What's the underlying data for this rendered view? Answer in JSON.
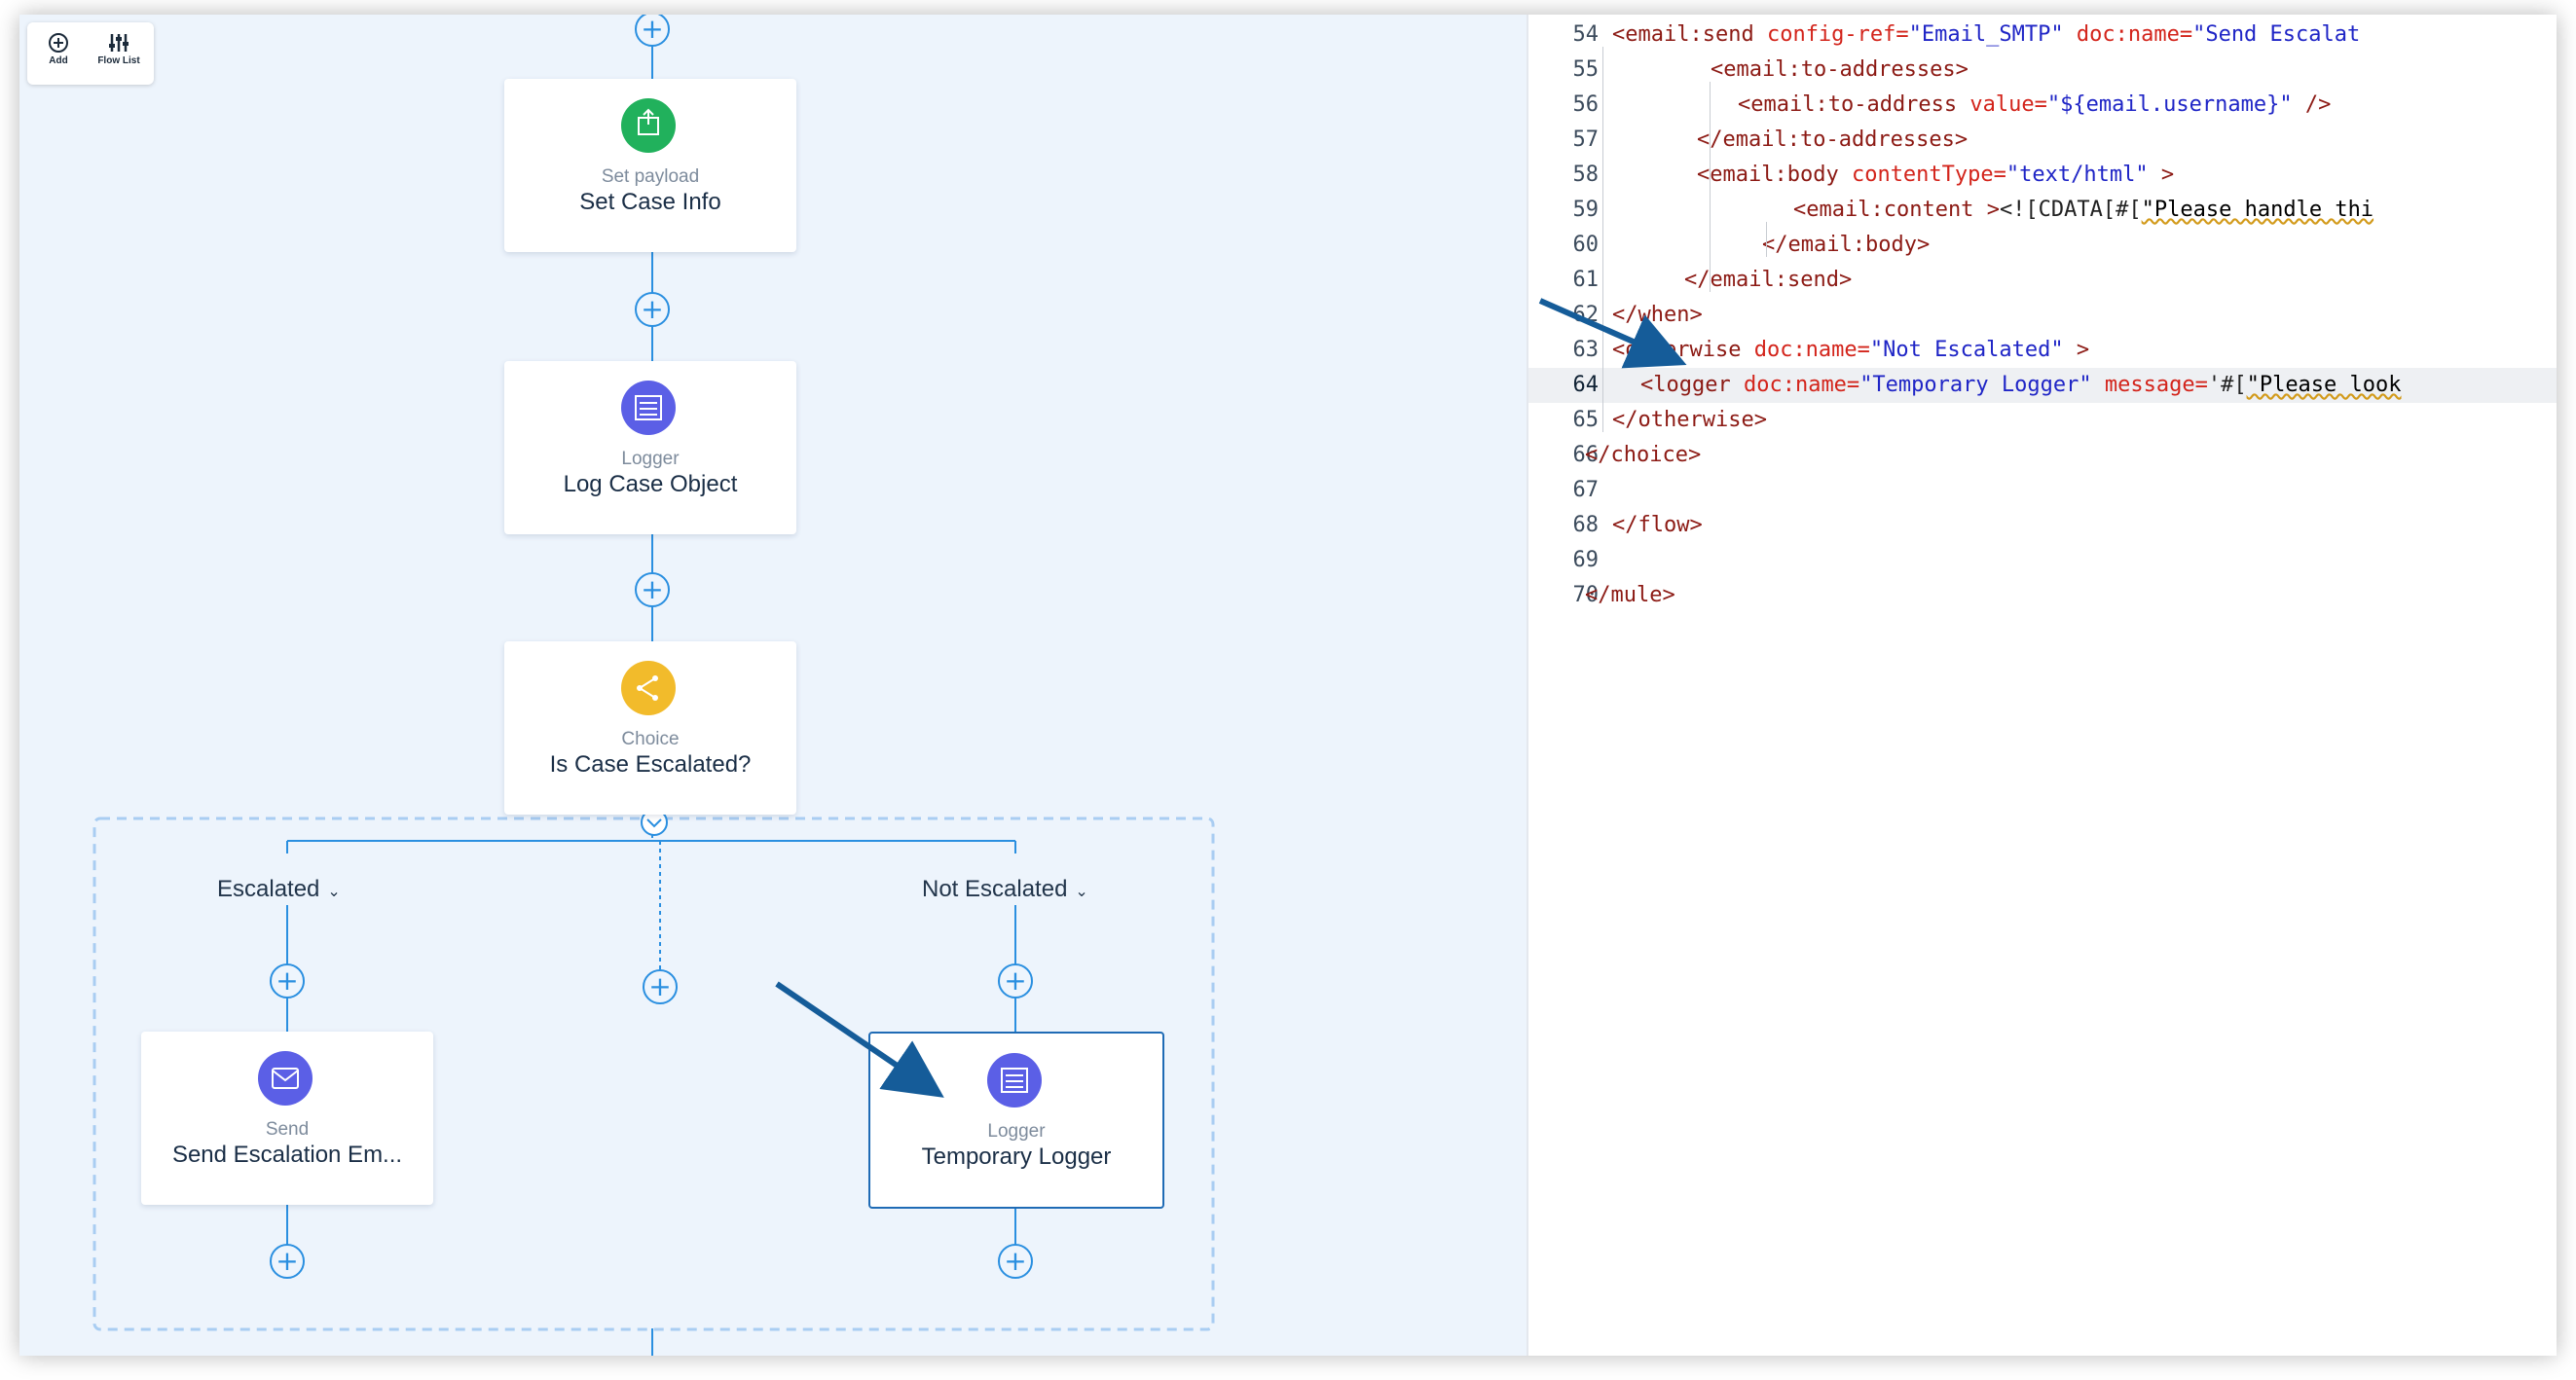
{
  "toolbar": {
    "add_label": "Add",
    "flow_list_label": "Flow List"
  },
  "nodes": {
    "set_payload": {
      "type": "Set payload",
      "name": "Set Case Info"
    },
    "log_case": {
      "type": "Logger",
      "name": "Log Case Object"
    },
    "choice": {
      "type": "Choice",
      "name": "Is Case Escalated?"
    },
    "send_email": {
      "type": "Send",
      "name": "Send Escalation Em..."
    },
    "temp_logger": {
      "type": "Logger",
      "name": "Temporary Logger"
    }
  },
  "branches": {
    "escalated": "Escalated",
    "not_escalated": "Not Escalated"
  },
  "colors": {
    "set_payload_badge": "#21b15c",
    "logger_badge": "#5b5fe6",
    "choice_badge": "#f2bb2b",
    "send_badge": "#5b5fe6",
    "accent": "#2a8fe0",
    "arrow": "#155c99"
  },
  "icons": {
    "add": "plus-circle-icon",
    "flow_list": "sliders-icon",
    "set_payload": "payload-icon",
    "logger": "logger-icon",
    "choice": "branch-icon",
    "send": "mail-icon",
    "expand": "chevron-down-icon"
  },
  "code": {
    "active_line": 64,
    "lines": [
      {
        "n": "54",
        "segs": [
          [
            "tag",
            "<email:send "
          ],
          [
            "attr",
            "config-ref="
          ],
          [
            "val",
            "\"Email_SMTP\""
          ],
          [
            "plain",
            " "
          ],
          [
            "attr",
            "doc:name="
          ],
          [
            "val",
            "\"Send Escalat"
          ]
        ]
      },
      {
        "n": "55",
        "segs": [
          [
            "tag",
            "<email:to-addresses>"
          ]
        ]
      },
      {
        "n": "56",
        "segs": [
          [
            "tag",
            "<email:to-address "
          ],
          [
            "attr",
            "value="
          ],
          [
            "val",
            "\"${email.username}\""
          ],
          [
            "plain",
            " "
          ],
          [
            "tag",
            "/>"
          ]
        ]
      },
      {
        "n": "57",
        "segs": [
          [
            "tag",
            "</email:to-addresses>"
          ]
        ]
      },
      {
        "n": "58",
        "segs": [
          [
            "tag",
            "<email:body "
          ],
          [
            "attr",
            "contentType="
          ],
          [
            "val",
            "\"text/html\""
          ],
          [
            "plain",
            " "
          ],
          [
            "tag",
            ">"
          ]
        ]
      },
      {
        "n": "59",
        "segs": [
          [
            "tag",
            "<email:content "
          ],
          [
            "tag",
            ">"
          ],
          [
            "plain",
            "<![CDATA[#["
          ],
          [
            "squig",
            "\"Please handle thi"
          ]
        ]
      },
      {
        "n": "60",
        "segs": [
          [
            "tag",
            "</email:body>"
          ]
        ]
      },
      {
        "n": "61",
        "segs": [
          [
            "tag",
            "</email:send>"
          ]
        ]
      },
      {
        "n": "62",
        "segs": [
          [
            "tag",
            "</when>"
          ]
        ]
      },
      {
        "n": "63",
        "segs": [
          [
            "tag",
            "<otherwise "
          ],
          [
            "attr",
            "doc:name="
          ],
          [
            "val",
            "\"Not Escalated\""
          ],
          [
            "plain",
            " "
          ],
          [
            "tag",
            ">"
          ]
        ]
      },
      {
        "n": "64",
        "segs": [
          [
            "tag",
            "<logger "
          ],
          [
            "attr",
            "doc:name="
          ],
          [
            "val",
            "\"Temporary Logger\""
          ],
          [
            "plain",
            " "
          ],
          [
            "attr",
            "message="
          ],
          [
            "plain",
            "'#["
          ],
          [
            "squig",
            "\"Please look"
          ]
        ]
      },
      {
        "n": "65",
        "segs": [
          [
            "tag",
            "</otherwise>"
          ]
        ]
      },
      {
        "n": "66",
        "segs": [
          [
            "tag",
            "</choice>"
          ]
        ]
      },
      {
        "n": "67",
        "segs": []
      },
      {
        "n": "68",
        "segs": [
          [
            "tag",
            "</flow>"
          ]
        ]
      },
      {
        "n": "69",
        "segs": []
      },
      {
        "n": "70",
        "segs": [
          [
            "tag",
            "</mule>"
          ]
        ]
      }
    ]
  }
}
